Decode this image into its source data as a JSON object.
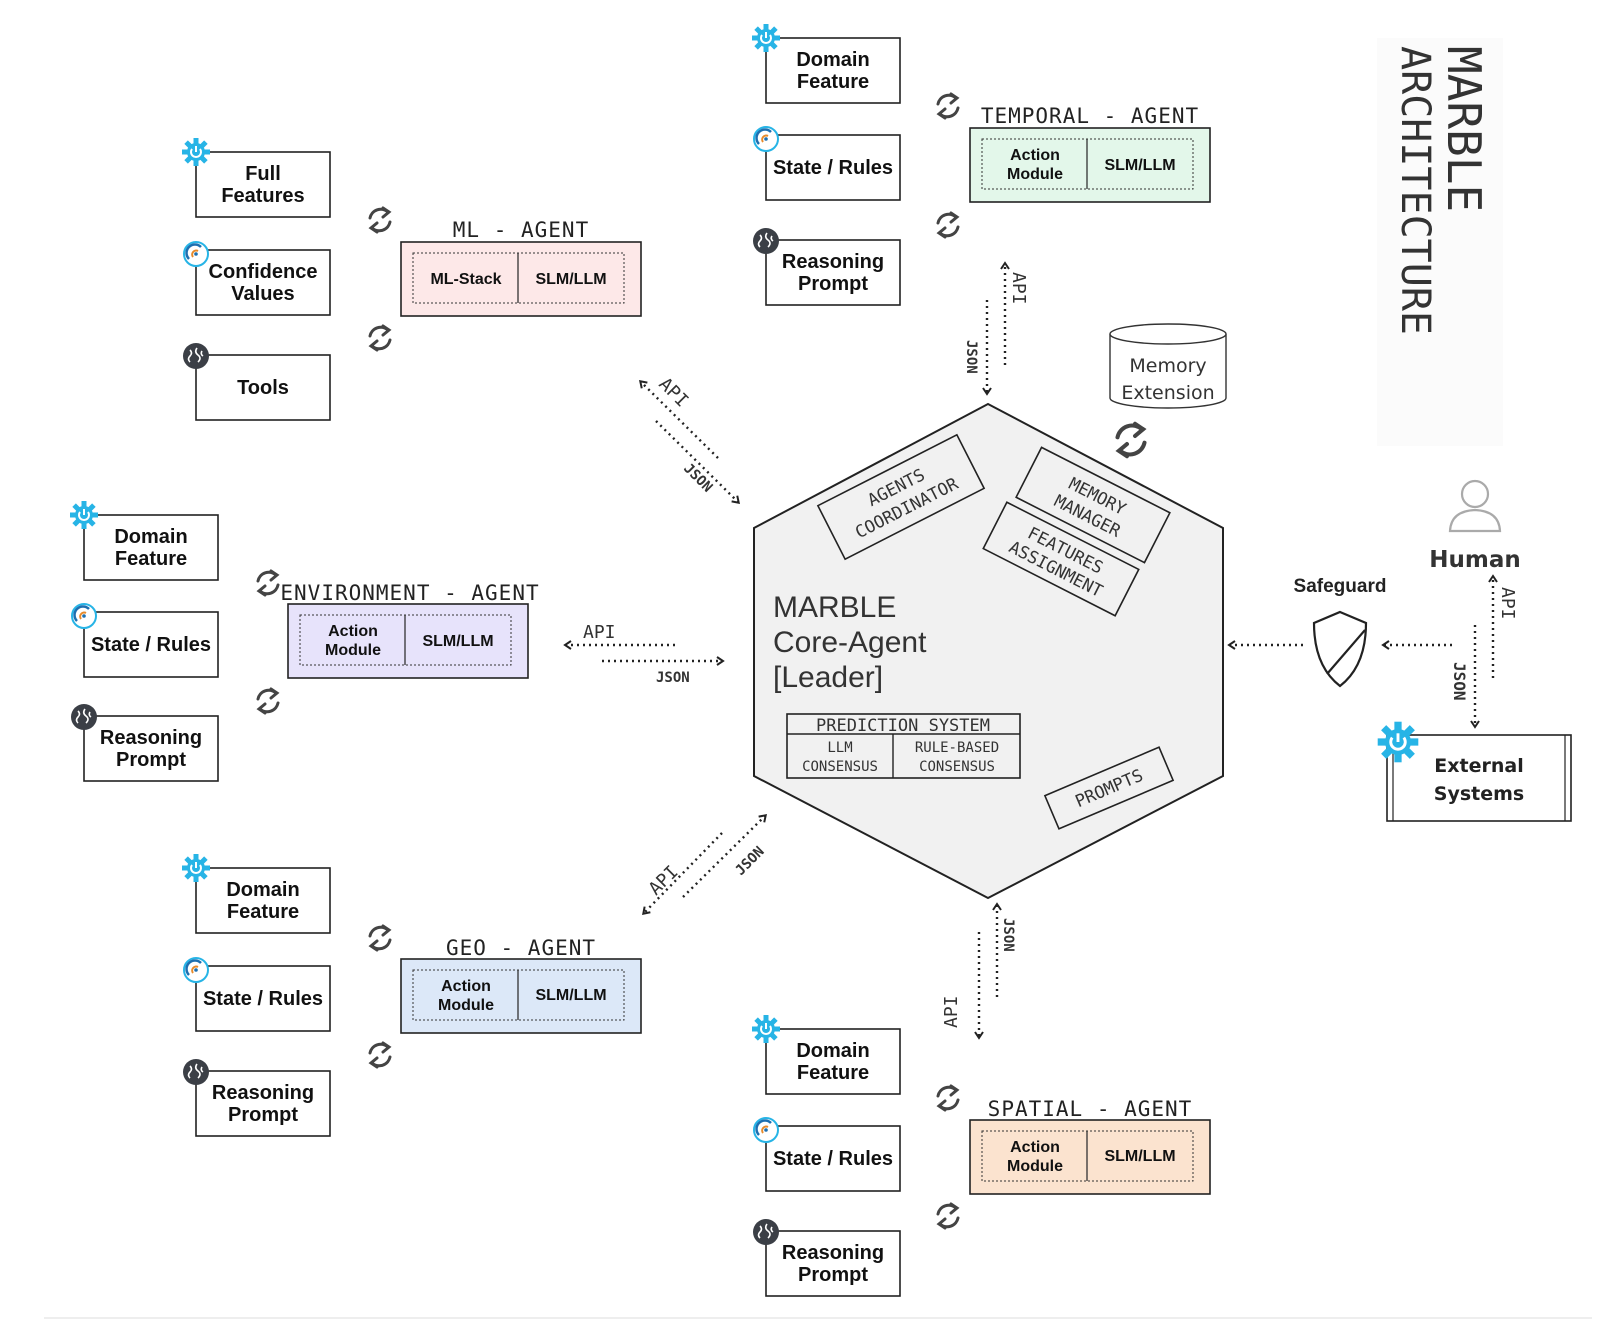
{
  "title": {
    "line1": "MARBLE",
    "line2": "ARCHITECTURE"
  },
  "core": {
    "name_line1": "MARBLE",
    "name_line2": "Core-Agent",
    "name_line3": "[Leader]",
    "modules": {
      "coordinator": [
        "AGENTS",
        "COORDINATOR"
      ],
      "memory_manager": [
        "MEMORY",
        "MANAGER"
      ],
      "features_assignment": [
        "FEATURES",
        "ASSIGNMENT"
      ],
      "prompts": "PROMPTS",
      "prediction": {
        "title": "PREDICTION SYSTEM",
        "left": [
          "LLM",
          "CONSENSUS"
        ],
        "right": [
          "RULE-BASED",
          "CONSENSUS"
        ]
      }
    }
  },
  "memory_extension": [
    "Memory",
    "Extension"
  ],
  "human": {
    "label": "Human"
  },
  "safeguard": {
    "label": "Safeguard"
  },
  "external": [
    "External",
    "Systems"
  ],
  "link_labels": {
    "api": "API",
    "json": "JSON"
  },
  "agents": {
    "ml": {
      "title": "ML - AGENT",
      "left": "ML-Stack",
      "right": "SLM/LLM",
      "color": "#fde8e8",
      "inputs": [
        [
          "Full",
          "Features"
        ],
        [
          "Confidence",
          "Values"
        ],
        [
          "Tools"
        ]
      ]
    },
    "temporal": {
      "title": "TEMPORAL - AGENT",
      "left": [
        "Action",
        "Module"
      ],
      "right": "SLM/LLM",
      "color": "#e3f7ea",
      "inputs": [
        [
          "Domain",
          "Feature"
        ],
        [
          "State / Rules"
        ],
        [
          "Reasoning",
          "Prompt"
        ]
      ]
    },
    "environment": {
      "title": "ENVIRONMENT - AGENT",
      "left": [
        "Action",
        "Module"
      ],
      "right": "SLM/LLM",
      "color": "#e7e3fb",
      "inputs": [
        [
          "Domain",
          "Feature"
        ],
        [
          "State / Rules"
        ],
        [
          "Reasoning",
          "Prompt"
        ]
      ]
    },
    "geo": {
      "title": "GEO - AGENT",
      "left": [
        "Action",
        "Module"
      ],
      "right": "SLM/LLM",
      "color": "#dce8f8",
      "inputs": [
        [
          "Domain",
          "Feature"
        ],
        [
          "State / Rules"
        ],
        [
          "Reasoning",
          "Prompt"
        ]
      ]
    },
    "spatial": {
      "title": "SPATIAL - AGENT",
      "left": [
        "Action",
        "Module"
      ],
      "right": "SLM/LLM",
      "color": "#fbe3cf",
      "inputs": [
        [
          "Domain",
          "Feature"
        ],
        [
          "State / Rules"
        ],
        [
          "Reasoning",
          "Prompt"
        ]
      ]
    }
  },
  "icons": {
    "feature": "gear-icon",
    "state": "radar-icon",
    "prompt": "brain-icon",
    "sync": "refresh-cycle-icon",
    "shield": "shield-icon",
    "user": "user-icon"
  }
}
